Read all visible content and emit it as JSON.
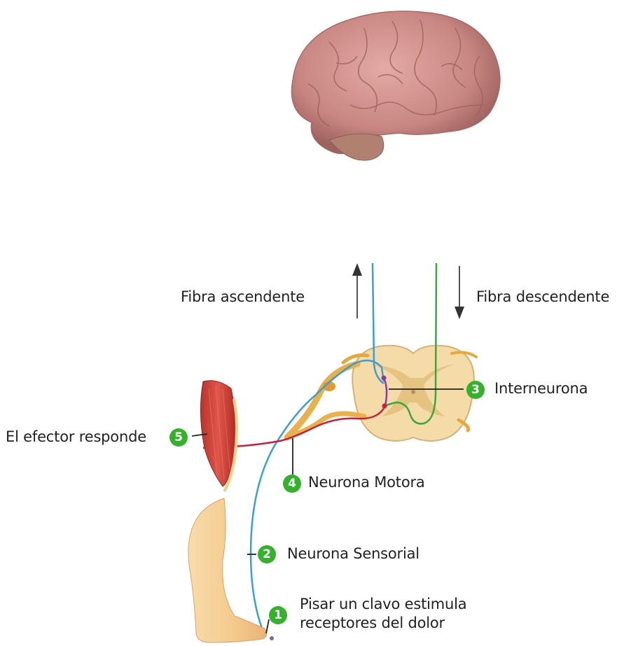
{
  "labels": {
    "ascending": "Fibra ascendente",
    "descending": "Fibra descendente",
    "step1_line1": "Pisar un clavo estimula",
    "step1_line2": "receptores del dolor",
    "step2": "Neurona Sensorial",
    "step3": "Interneurona",
    "step4": "Neurona Motora",
    "step5": "El efector responde"
  },
  "badges": {
    "b1": "1",
    "b2": "2",
    "b3": "3",
    "b4": "4",
    "b5": "5"
  },
  "colors": {
    "sensory": "#3a9fd4",
    "motor": "#c8203c",
    "descending": "#3aa83a",
    "interneuron": "#8a3aa0",
    "badge": "#35b22c",
    "brain": "#c98a86",
    "spinal_cord": "#f0d6a2",
    "muscle": "#d0443a",
    "skin": "#f6cf95"
  }
}
